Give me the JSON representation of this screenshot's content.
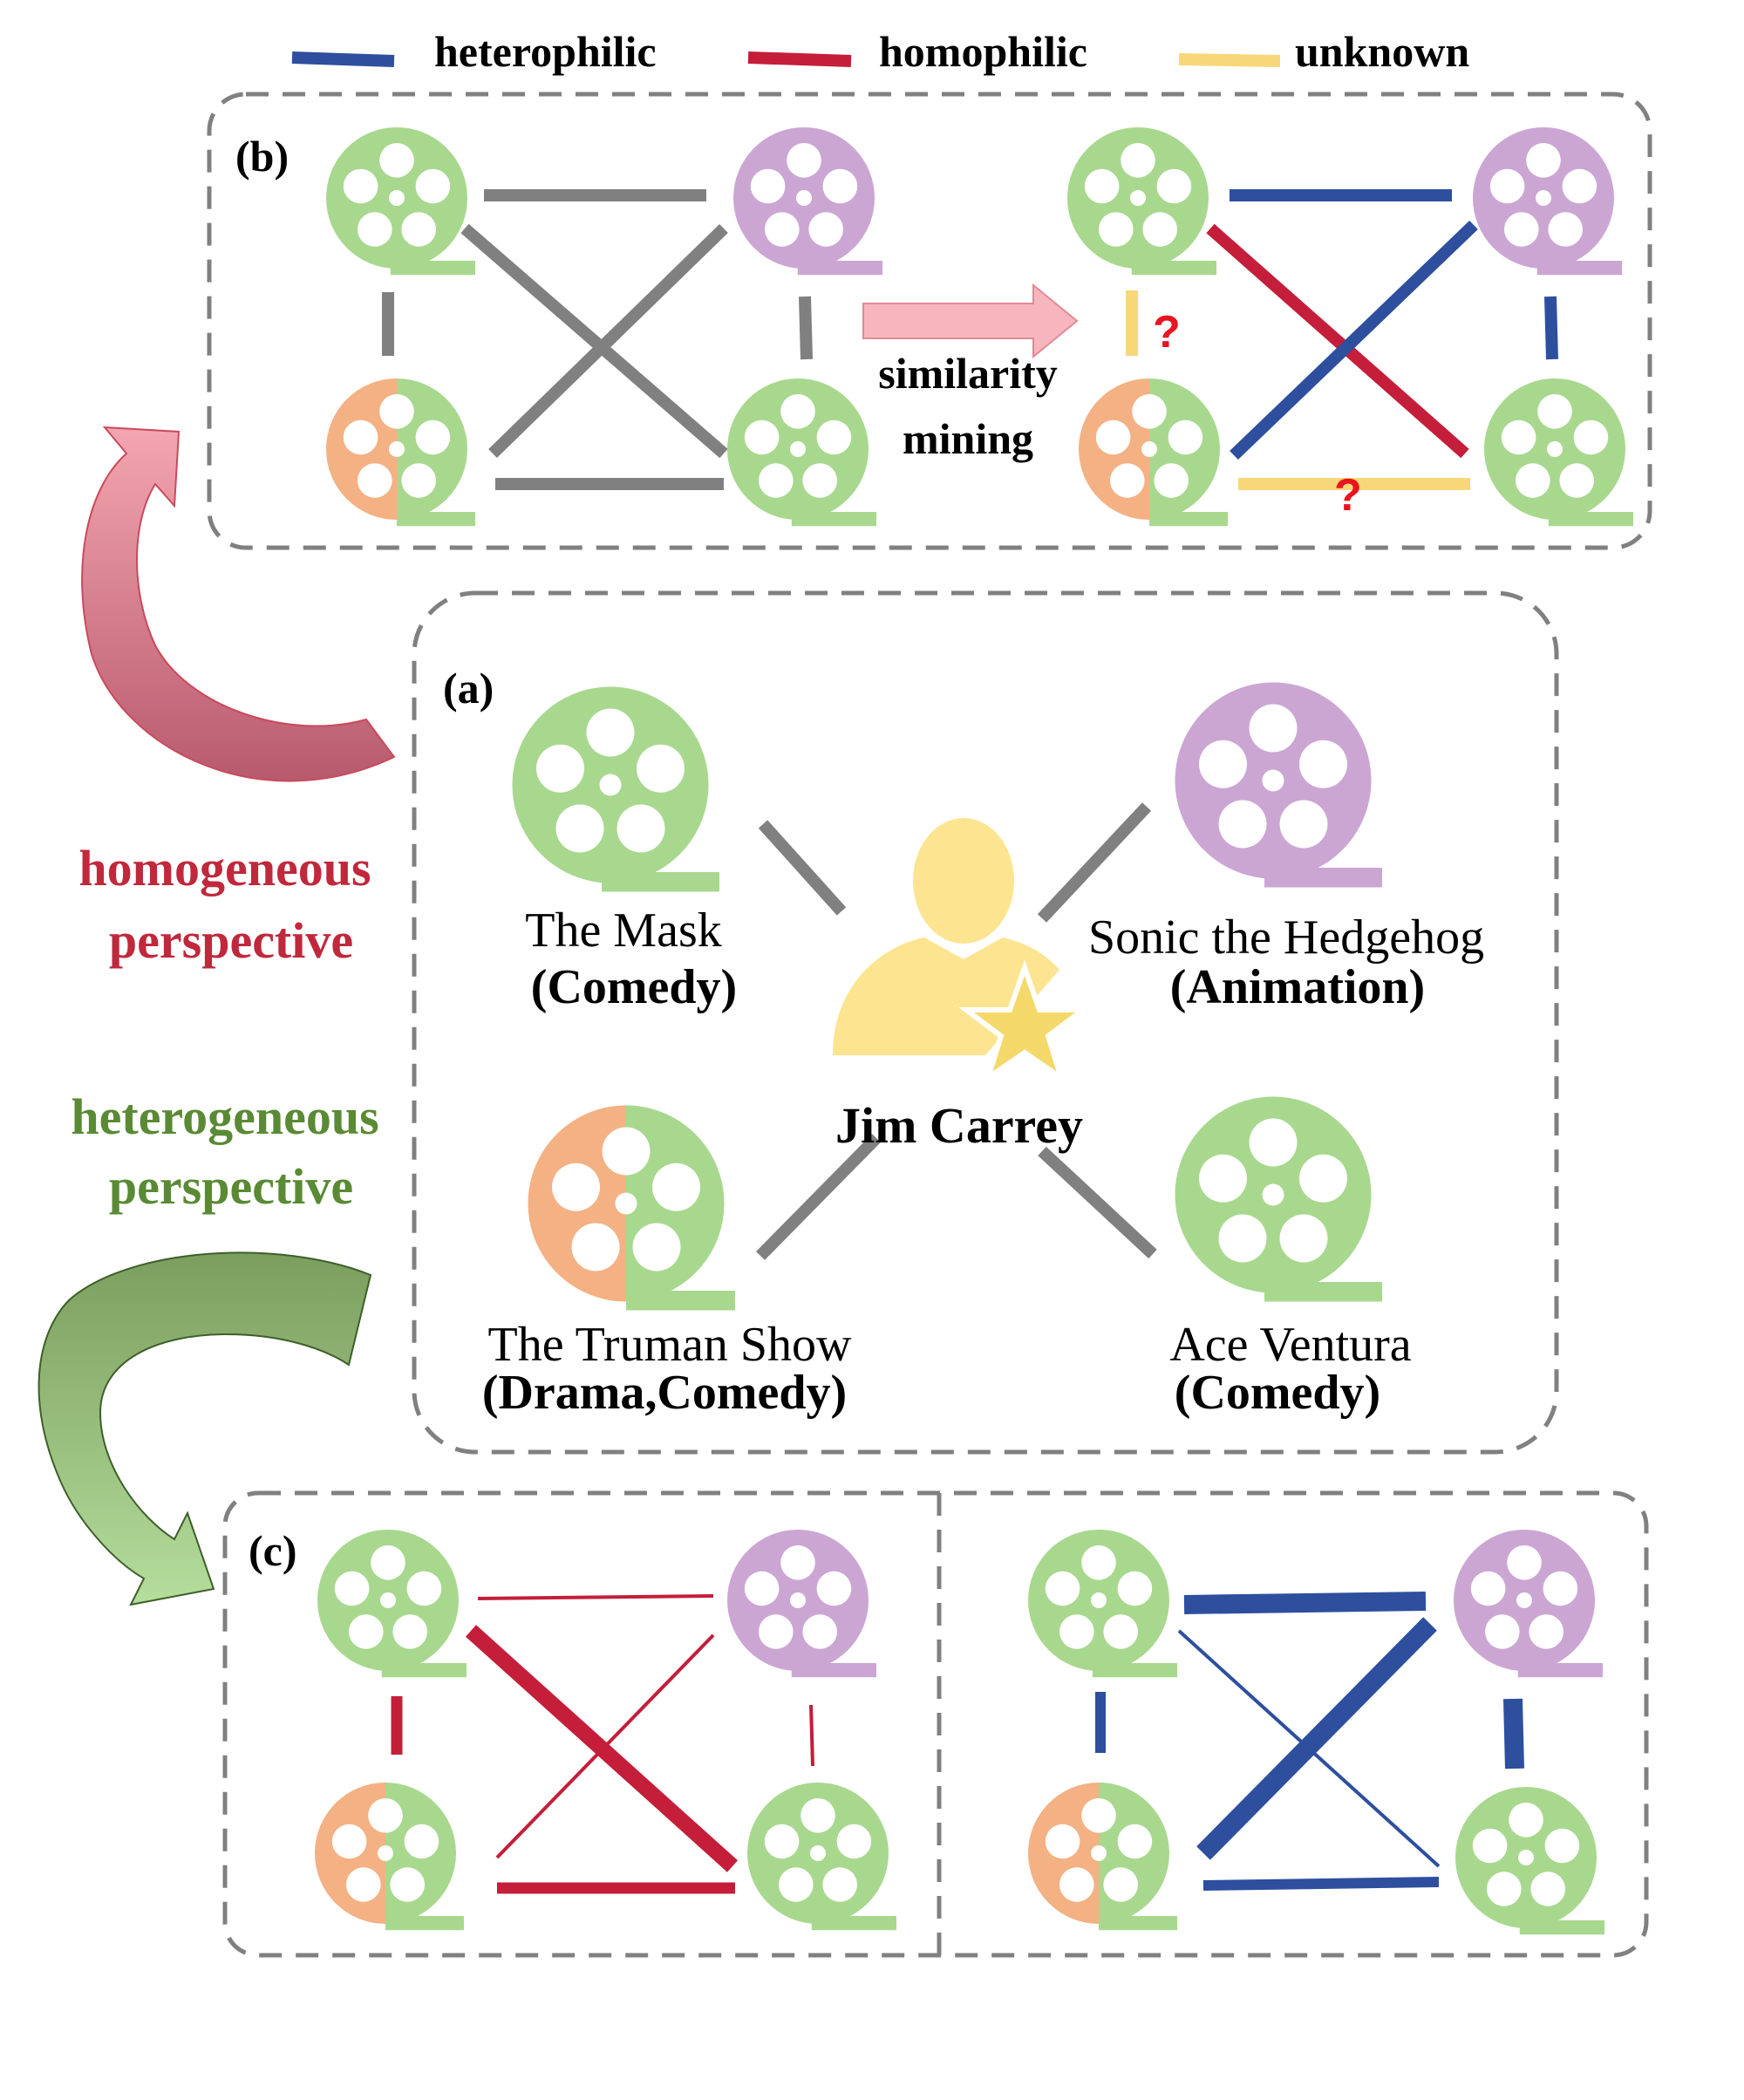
{
  "legend": {
    "heterophilic": "heterophilic",
    "homophilic": "homophilic",
    "unknown": "unknown"
  },
  "panels": {
    "a": "(a)",
    "b": "(b)",
    "c": "(c)"
  },
  "panel_a": {
    "actor": "Jim Carrey",
    "movies": [
      {
        "title": "The Mask",
        "genre": "(Comedy)"
      },
      {
        "title": "Sonic the Hedgehog",
        "genre": "(Animation)"
      },
      {
        "title": "The Truman Show",
        "genre": "(Drama,Comedy)"
      },
      {
        "title": "Ace Ventura",
        "genre": "(Comedy)"
      }
    ]
  },
  "panel_b": {
    "arrow_line1": "similarity",
    "arrow_line2": "mining",
    "question_mark": "?"
  },
  "perspectives": {
    "homogeneous_line1": "homogeneous",
    "homogeneous_line2": "perspective",
    "heterogeneous_line1": "heterogeneous",
    "heterogeneous_line2": "perspective"
  },
  "colors": {
    "heterophilic": "#2e4f9e",
    "homophilic": "#c41e3a",
    "unknown": "#f7d778",
    "neutral": "#808080",
    "comedy": "#a8d88e",
    "animation": "#cba6d3",
    "drama": "#f4b183",
    "actor": "#fde490",
    "homogeneous_text": "#c0283c",
    "heterogeneous_text": "#5a8a34",
    "question": "#e8141e"
  }
}
